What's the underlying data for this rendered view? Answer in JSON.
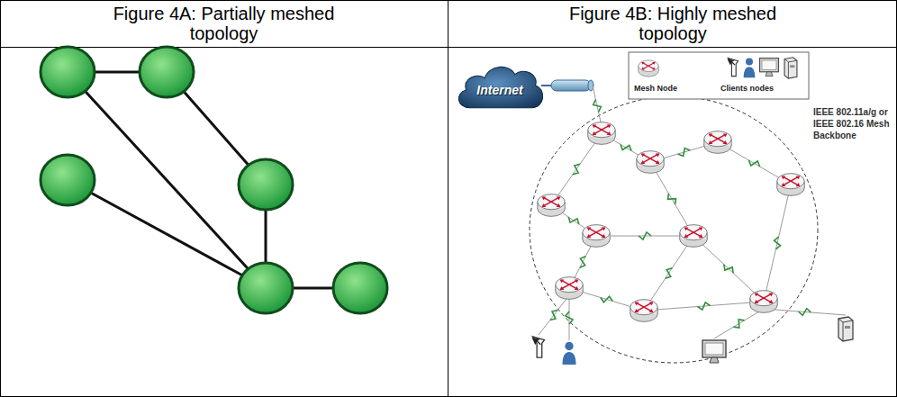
{
  "diagram": {
    "nodes": [
      {
        "text": [
          "Internet"
        ]
      }
    ],
    "labels": [
      "Figure 4A: Partially meshed topology",
      "Figure 4B: Highly meshed topology",
      "IEEE 802.11a/g or IEEE 802.16 Mesh Backbone"
    ],
    "legend": [
      {
        "text": "Mesh Node"
      },
      {
        "text": "Clients nodes"
      }
    ]
  }
}
